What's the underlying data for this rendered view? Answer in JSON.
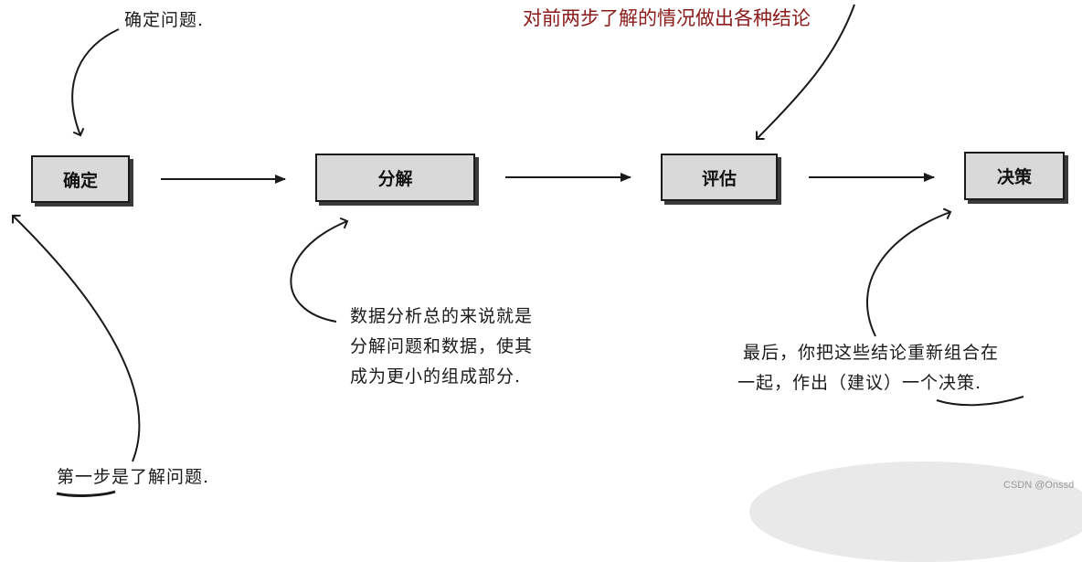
{
  "steps": [
    {
      "label": "确定"
    },
    {
      "label": "分解"
    },
    {
      "label": "评估"
    },
    {
      "label": "决策"
    }
  ],
  "annotations": {
    "define": "确定问题.",
    "evaluate_top": "对前两步了解的情况做出各种结论",
    "decompose": [
      "数据分析总的来说就是",
      "分解问题和数据，使其",
      "成为更小的组成部分."
    ],
    "decide": [
      "最后，你把这些结论重新组合在",
      "一起，作出（建议）一个决策."
    ],
    "first_step": "第一步是了解问题."
  },
  "watermark": "CSDN @Onssd",
  "colors": {
    "box_fill": "#d9d9d9",
    "top_note": "#8b1a1a"
  }
}
